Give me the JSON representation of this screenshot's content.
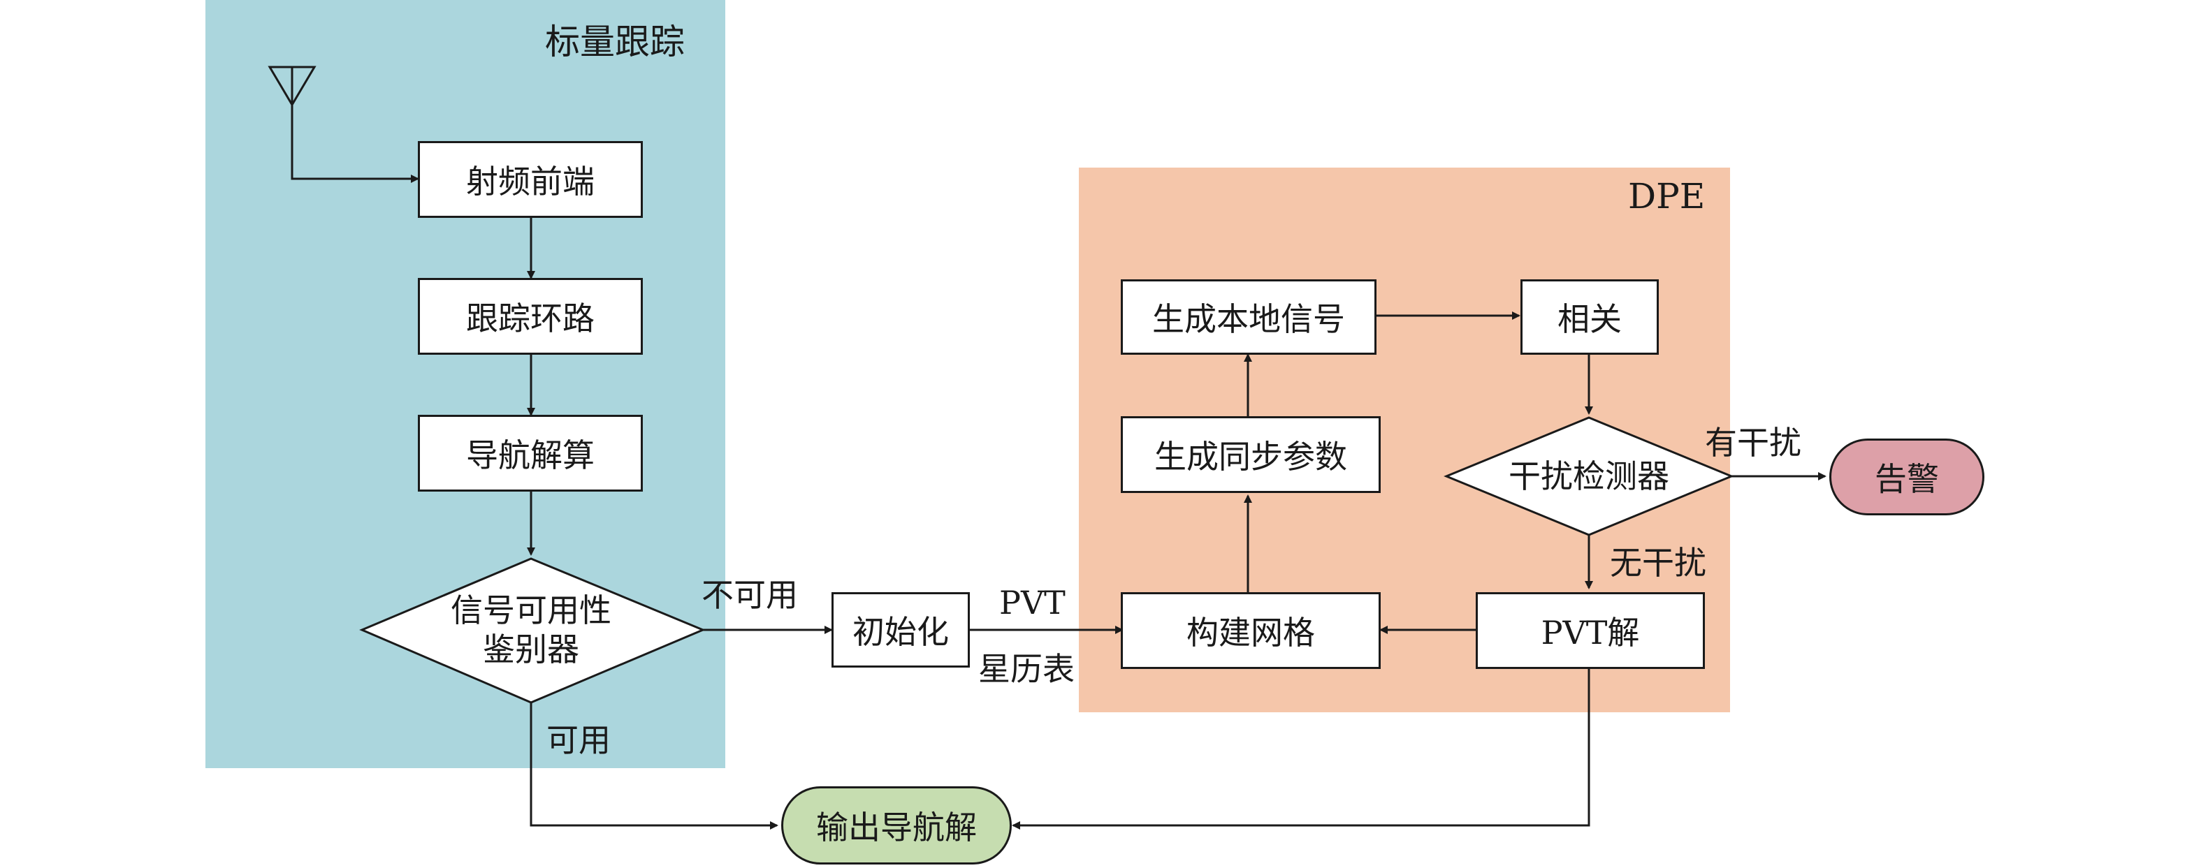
{
  "regions": {
    "scalar_tracking": {
      "label": "标量跟踪",
      "color": "#abd6dd"
    },
    "dpe": {
      "label": "DPE",
      "color": "#f5c6aa"
    }
  },
  "nodes": {
    "rf_frontend": "射频前端",
    "tracking_loop": "跟踪环路",
    "nav_solution": "导航解算",
    "availability_discriminator": {
      "line1": "信号可用性",
      "line2": "鉴别器"
    },
    "initialization": "初始化",
    "build_grid": "构建网格",
    "gen_sync_params": "生成同步参数",
    "gen_local_signal": "生成本地信号",
    "correlation": "相关",
    "interference_detector": "干扰检测器",
    "pvt_solution": "PVT解",
    "alarm": "告警",
    "output_nav": "输出导航解"
  },
  "edge_labels": {
    "unavailable": "不可用",
    "available": "可用",
    "pvt": "PVT",
    "ephemeris": "星历表",
    "has_interference": "有干扰",
    "no_interference": "无干扰"
  },
  "colors": {
    "alarm_fill": "#dda0a8",
    "output_fill": "#c6ddb0",
    "stroke": "#1a1a1a"
  }
}
